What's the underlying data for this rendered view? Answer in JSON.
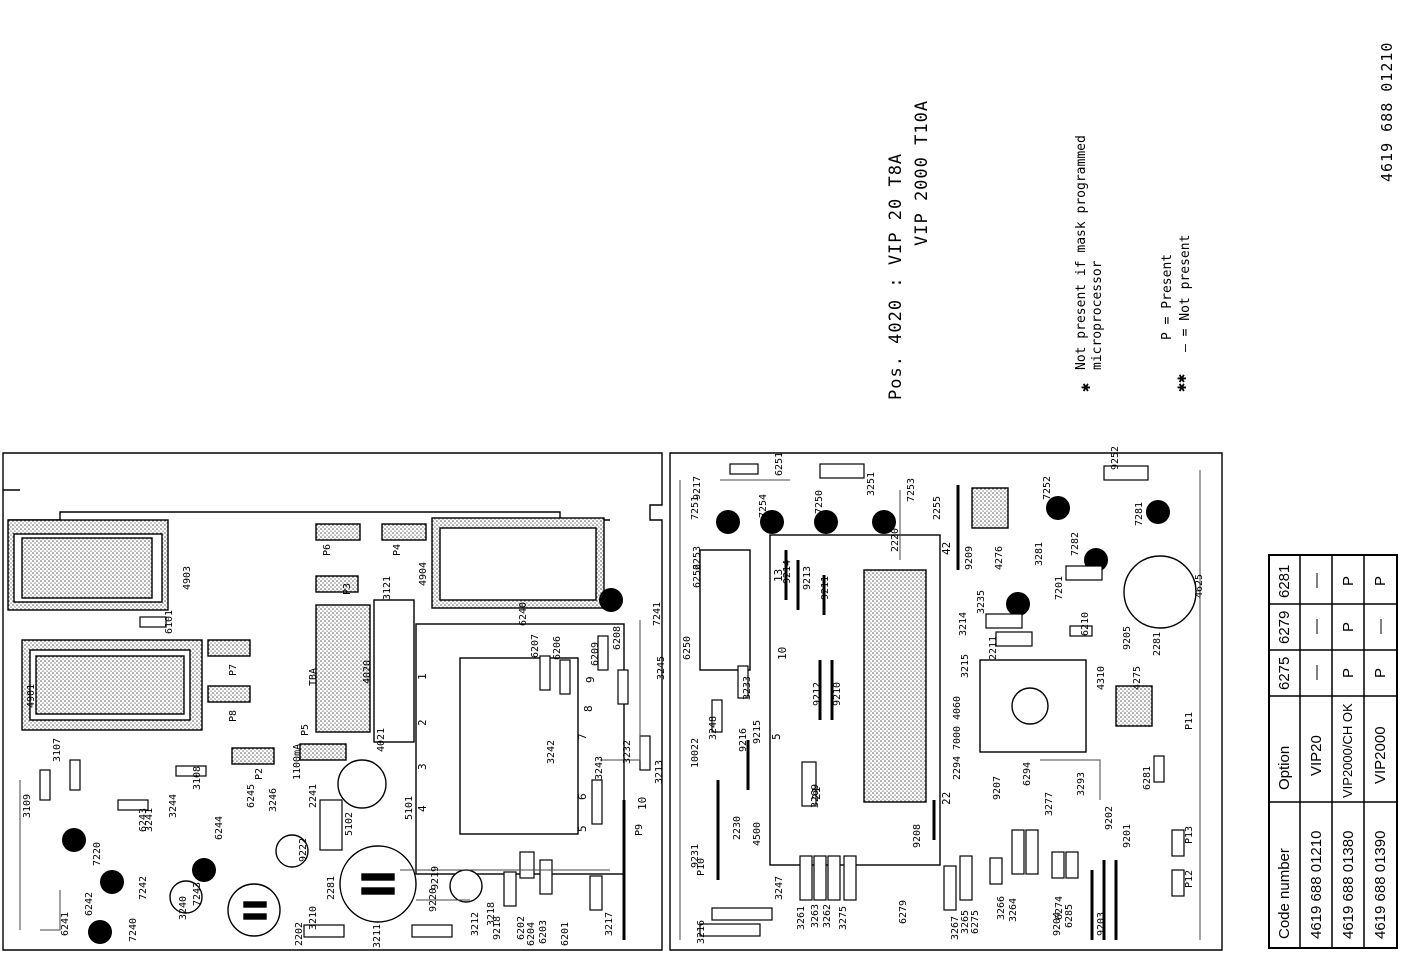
{
  "document_code": "4619 688 01210",
  "position_note": {
    "line1": "Pos. 4020 :  VIP 20 T8A",
    "line2": "VIP 2000 T10A"
  },
  "legend": {
    "single_star_symbol": "✱",
    "single_star_line1": "Not present if mask programmed",
    "single_star_line2": "microprocessor",
    "double_star_symbol": "✱✱",
    "present_line": "P = Present",
    "not_present_line": "— = Not present"
  },
  "option_table": {
    "headers": [
      "Code number",
      "Option",
      "6275",
      "6279",
      "6281"
    ],
    "rows": [
      [
        "4619 688 01210",
        "VIP20",
        "—",
        "—",
        "—"
      ],
      [
        "4619 688 01380",
        "VIP2000/CH OK",
        "P",
        "P",
        "P"
      ],
      [
        "4619 688 01390",
        "VIP2000",
        "P",
        "—",
        "P"
      ]
    ]
  },
  "board_labels": {
    "left": [
      "4903",
      "4904",
      "6101",
      "4901",
      "3107",
      "3109",
      "3108",
      "P7",
      "P8",
      "P2",
      "P5",
      "P6",
      "P3",
      "P4",
      "3121",
      "TBA",
      "4020",
      "4021",
      "5101",
      "5102",
      "1100mA",
      "6245",
      "3246",
      "2241",
      "9222",
      "2281",
      "2202",
      "3210",
      "3211",
      "6241",
      "6242",
      "6243",
      "6244",
      "7220",
      "7240",
      "7241",
      "7242",
      "7243",
      "3240",
      "3241",
      "3244",
      "9219",
      "9220",
      "3218",
      "9218",
      "6202",
      "6204",
      "6203",
      "6201",
      "3217",
      "3212",
      "3232",
      "3213",
      "3243",
      "3245",
      "3242",
      "6240",
      "6207",
      "6206",
      "6209",
      "6208",
      "P9",
      "9231",
      "10022"
    ],
    "right": [
      "6251",
      "3251",
      "7253",
      "7254",
      "7250",
      "7251",
      "9217",
      "6253",
      "6252",
      "9214",
      "9213",
      "9211",
      "9212",
      "9210",
      "9216",
      "9215",
      "2220",
      "2255",
      "9209",
      "4276",
      "7252",
      "9252",
      "7281",
      "7282",
      "3281",
      "7201",
      "3235",
      "3214",
      "6210",
      "4625",
      "9205",
      "2281",
      "4310",
      "4275",
      "3215",
      "4060",
      "7000",
      "2294",
      "2211",
      "9207",
      "6294",
      "3277",
      "3293",
      "6281",
      "9202",
      "9201",
      "9208",
      "3269",
      "3233",
      "3248",
      "2230",
      "4500",
      "P10",
      "3247",
      "3216",
      "3261",
      "3263",
      "3262",
      "3275",
      "6279",
      "3267",
      "3265",
      "6275",
      "3266",
      "3264",
      "6274",
      "6285",
      "9204",
      "9203",
      "P12",
      "P13",
      "P11",
      "6250"
    ]
  }
}
